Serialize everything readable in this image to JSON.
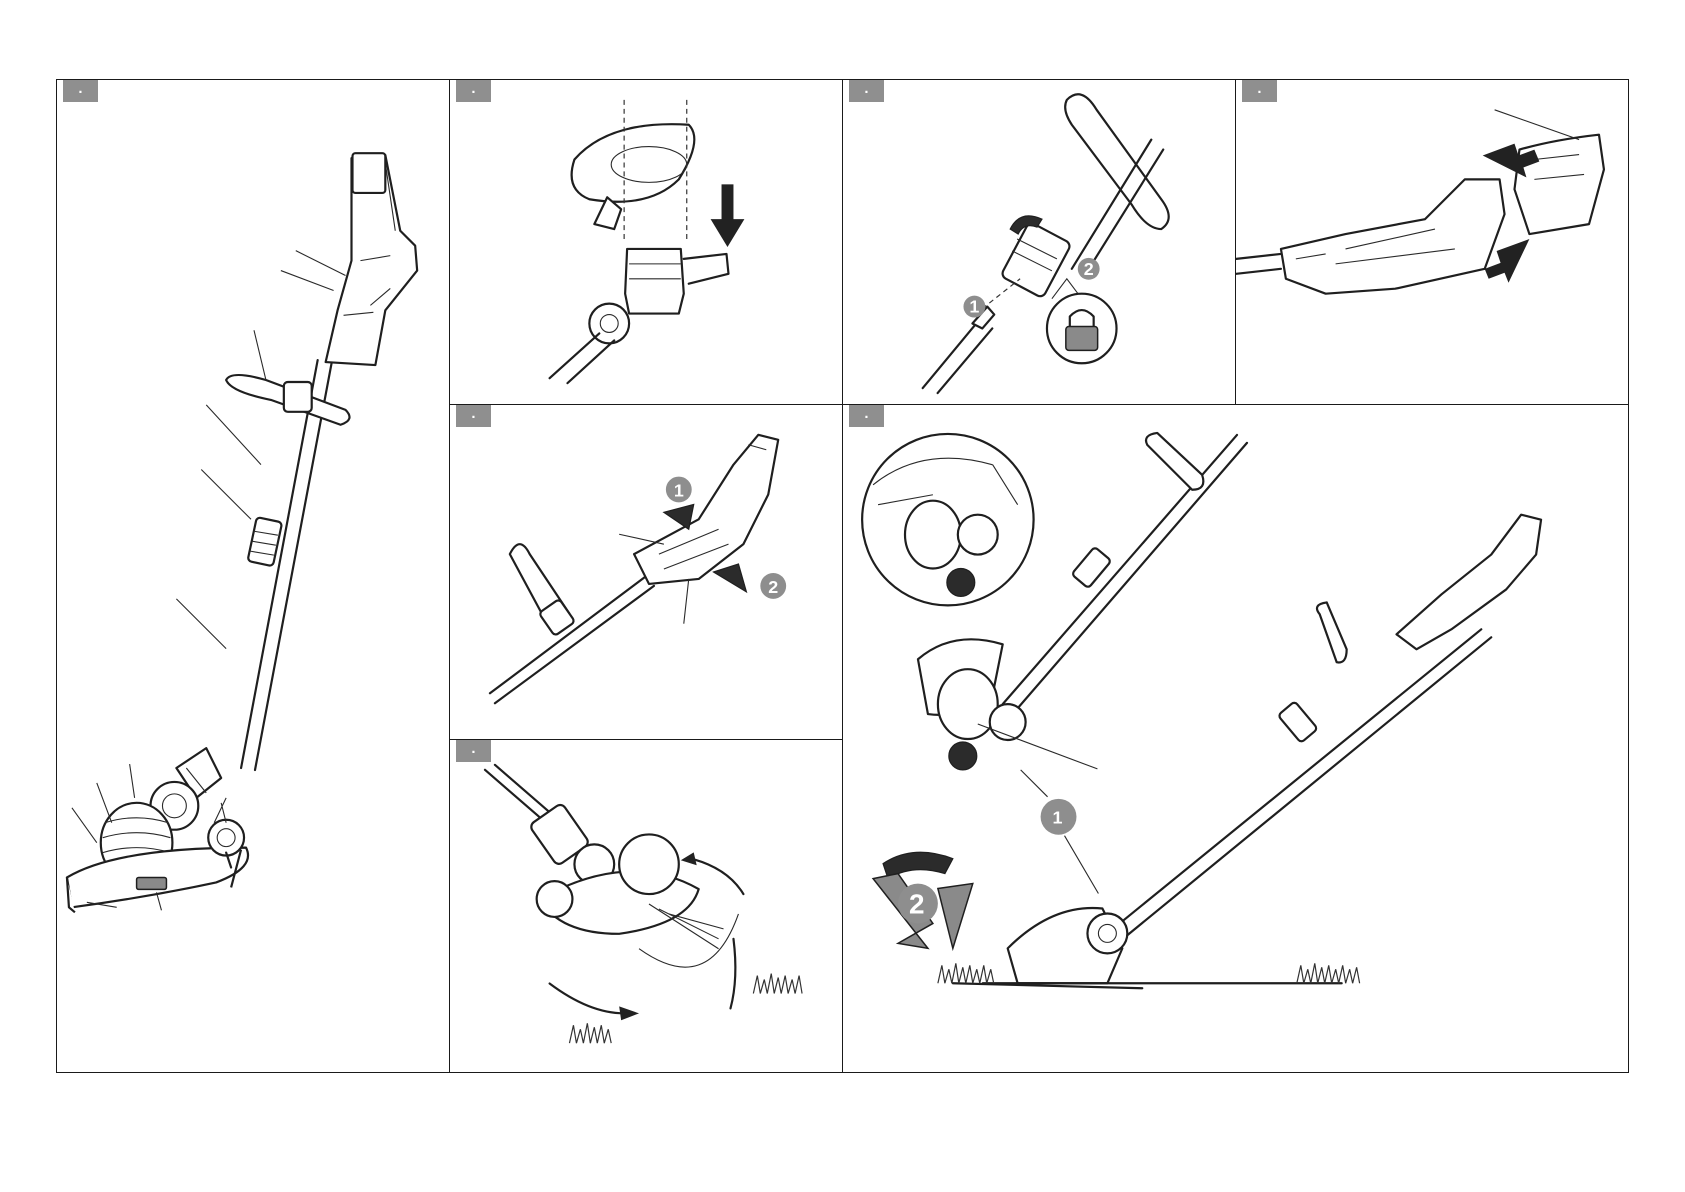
{
  "panels": [
    {
      "id": "a",
      "tab_label": ".",
      "illustration": "trimmer-overview-diagram"
    },
    {
      "id": "b",
      "tab_label": ".",
      "illustration": "guard-attachment"
    },
    {
      "id": "c",
      "tab_label": ".",
      "illustration": "shaft-connect-lock"
    },
    {
      "id": "d",
      "tab_label": ".",
      "illustration": "battery-insert-remove"
    },
    {
      "id": "e",
      "tab_label": ".",
      "illustration": "handle-switch-operation"
    },
    {
      "id": "f",
      "tab_label": ".",
      "illustration": "trimming-motion"
    },
    {
      "id": "g",
      "tab_label": ".",
      "illustration": "edging-mode-rotation"
    }
  ],
  "step_numbers": {
    "one": "1",
    "two": "2"
  },
  "colors": {
    "frame": "#1a1a1a",
    "tab": "#8f8f8f",
    "step_badge": "#8e8e8e"
  },
  "icons": [
    "lock-icon",
    "arrow-down-icon",
    "arrow-left-icon",
    "arrow-right-icon",
    "rotate-arrow-icon"
  ]
}
